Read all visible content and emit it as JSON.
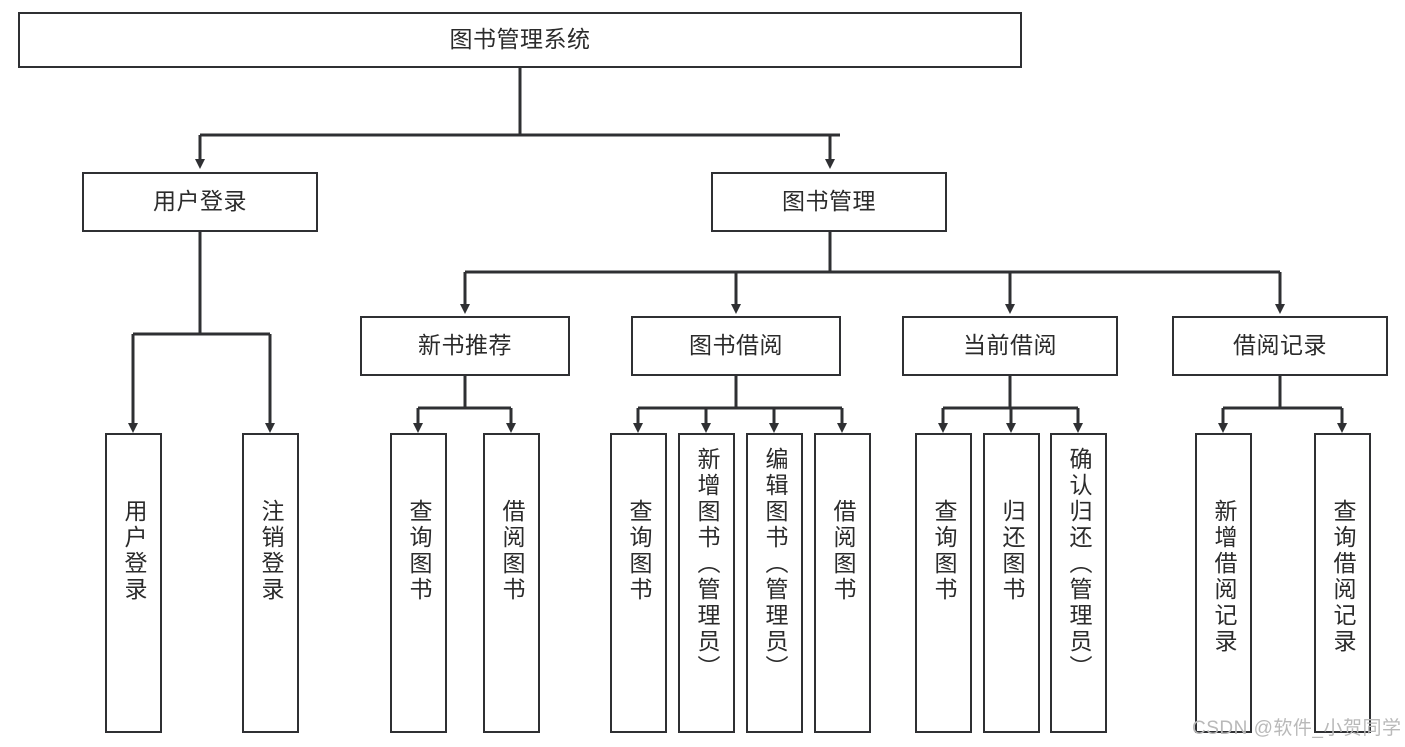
{
  "diagram": {
    "title_node": {
      "label": "图书管理系统"
    },
    "level2": [
      {
        "id": "user-login",
        "label": "用户登录"
      },
      {
        "id": "book-management",
        "label": "图书管理"
      }
    ],
    "level3": [
      {
        "id": "new-book-recommend",
        "label": "新书推荐"
      },
      {
        "id": "book-borrow",
        "label": "图书借阅"
      },
      {
        "id": "current-borrow",
        "label": "当前借阅"
      },
      {
        "id": "borrow-record",
        "label": "借阅记录"
      }
    ],
    "leaves": {
      "user_login": [
        {
          "id": "leaf-user-login",
          "label": "用户登录"
        },
        {
          "id": "leaf-logout",
          "label": "注销登录"
        }
      ],
      "new_book_recommend": [
        {
          "id": "leaf-query-book-1",
          "label": "查询图书"
        },
        {
          "id": "leaf-borrow-book-1",
          "label": "借阅图书"
        }
      ],
      "book_borrow": [
        {
          "id": "leaf-query-book-2",
          "label": "查询图书"
        },
        {
          "id": "leaf-add-book",
          "label": "新增图书（管理员）"
        },
        {
          "id": "leaf-edit-book",
          "label": "编辑图书（管理员）"
        },
        {
          "id": "leaf-borrow-book-2",
          "label": "借阅图书"
        }
      ],
      "current_borrow": [
        {
          "id": "leaf-query-book-3",
          "label": "查询图书"
        },
        {
          "id": "leaf-return-book",
          "label": "归还图书"
        },
        {
          "id": "leaf-confirm-return",
          "label": "确认归还（管理员）"
        }
      ],
      "borrow_record": [
        {
          "id": "leaf-add-record",
          "label": "新增借阅记录"
        },
        {
          "id": "leaf-query-record",
          "label": "查询借阅记录"
        }
      ]
    }
  },
  "watermark": {
    "text": "CSDN @软件_小贺同学"
  },
  "colors": {
    "border": "#2f3033",
    "text": "#2b2b2b",
    "background": "#ffffff",
    "watermark": "#b9b9b9"
  }
}
